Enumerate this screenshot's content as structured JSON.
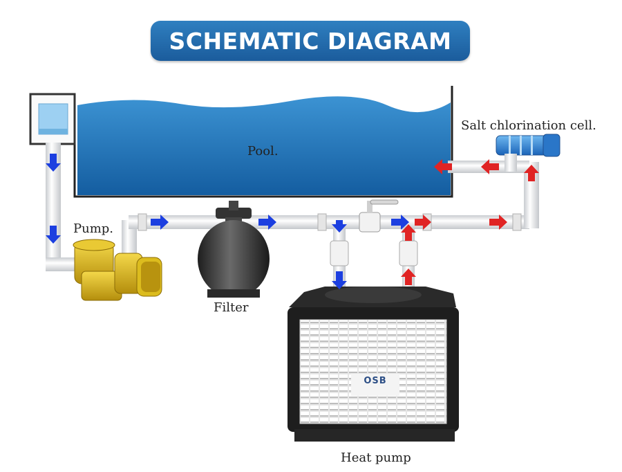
{
  "title": "SCHEMATIC DIAGRAM",
  "labels": {
    "pool": "Pool.",
    "salt_cell": "Salt chlorination cell.",
    "pump": "Pump.",
    "filter": "Filter",
    "heat_pump": "Heat pump"
  },
  "brand": "OSB",
  "colors": {
    "title_bg": "#2473b5",
    "water": "#1f73b7",
    "pipe": "#eef0f2",
    "flow_cold": "#1c3fe0",
    "flow_hot": "#e02424",
    "pump_body": "#d9b718",
    "filter_tank": "#3a3a3a",
    "heat_pump_casing": "#1e1e1e"
  }
}
